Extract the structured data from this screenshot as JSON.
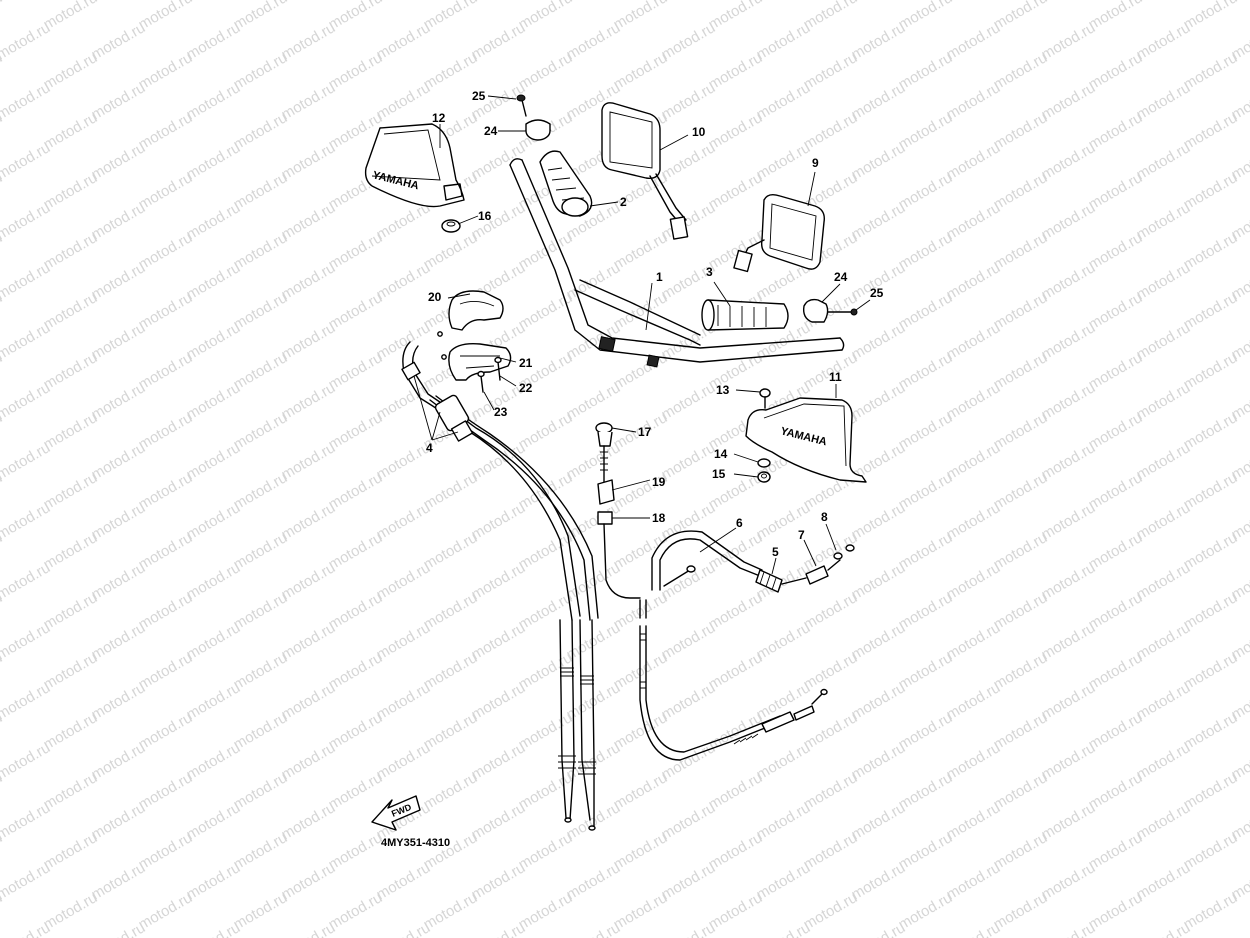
{
  "watermark": {
    "text": "motod.ru"
  },
  "diagram": {
    "part_code": "4MY351-4310",
    "fwd_label": "FWD",
    "brand_marking": "YAMAHA",
    "callouts": [
      "1",
      "2",
      "3",
      "4",
      "5",
      "6",
      "7",
      "8",
      "9",
      "10",
      "11",
      "12",
      "13",
      "14",
      "15",
      "16",
      "17",
      "18",
      "19",
      "20",
      "21",
      "22",
      "23",
      "24",
      "24",
      "25",
      "25"
    ]
  }
}
